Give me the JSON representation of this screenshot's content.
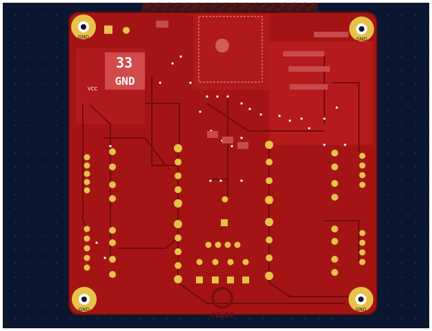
{
  "view": {
    "app_context": "PCB layout 2D view",
    "background_color": "#0b1730",
    "board_color": "#a51414",
    "copper_color": "#c11f1f",
    "trace_color": "#7b0d0d",
    "pad_color": "#e7c24a"
  },
  "labels": {
    "gnd_top_left": "GND",
    "gnd_top_right": "GND",
    "gnd_bottom_left": "GND",
    "gnd_bottom_right": "GND",
    "vcc": "VCC",
    "display_code": "33",
    "display_text": "GND",
    "silk_logo": "CELEC"
  },
  "icons": {
    "mounting_hole": "mounting-hole-icon",
    "logo": "celec-logo-icon"
  }
}
